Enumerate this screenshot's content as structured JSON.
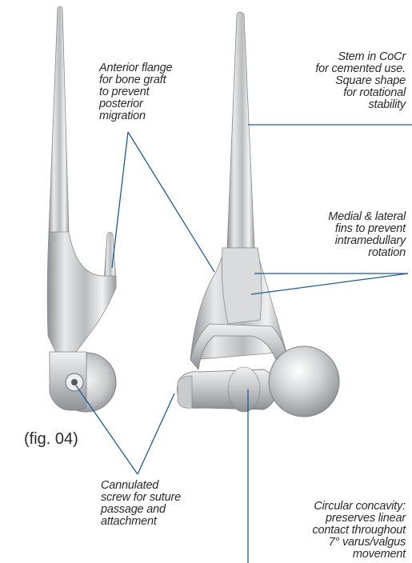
{
  "figure_label": "(fig. 04)",
  "callouts": {
    "anterior_flange": [
      "Anterior flange",
      "for bone graft",
      "to prevent",
      "posterior",
      "migration"
    ],
    "stem": [
      "Stem in CoCr",
      "for cemented use.",
      "Square shape",
      "for rotational",
      "stability"
    ],
    "fins": [
      "Medial & lateral",
      "fins to prevent",
      "intramedullary",
      "rotation"
    ],
    "screw": [
      "Cannulated",
      "screw for suture",
      "passage and",
      "attachment"
    ],
    "concavity": [
      "Circular concavity:",
      "preserves linear",
      "contact throughout",
      "7° varus/valgus",
      "movement"
    ]
  },
  "colors": {
    "leader_line": "#1f5a96",
    "text": "#2a2a2a",
    "metal": "#c4c6c8"
  }
}
